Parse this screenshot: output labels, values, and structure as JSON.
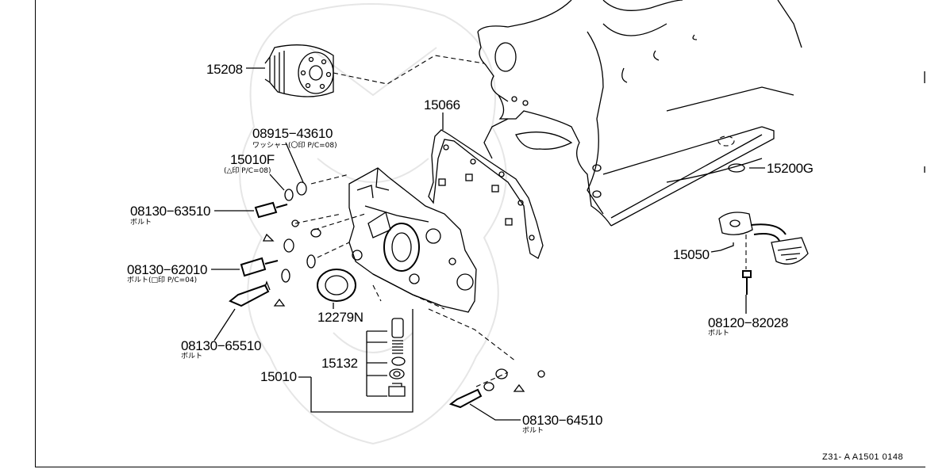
{
  "parts": {
    "oil_filter": {
      "number": "15208"
    },
    "gasket": {
      "number": "15066"
    },
    "washer_washer": {
      "number": "08915−43610",
      "note": "ワッシャー(〇印 P/C=08)"
    },
    "bolt_15010f": {
      "number": "15010F",
      "note": "(△印 P/C=08)"
    },
    "bolt_63510": {
      "number": "08130−63510",
      "note": "ボルト"
    },
    "bolt_62010": {
      "number": "08130−62010",
      "note": "ボルト(□印 P/C=04)"
    },
    "bolt_65510": {
      "number": "08130−65510",
      "note": "ボルト"
    },
    "oil_seal": {
      "number": "12279N"
    },
    "relief_valve": {
      "number": "15132"
    },
    "oil_pump_assy": {
      "number": "15010"
    },
    "bolt_64510": {
      "number": "08130−64510",
      "note": "ボルト"
    },
    "o_ring": {
      "number": "15200G"
    },
    "strainer": {
      "number": "15050"
    },
    "bolt_82028": {
      "number": "08120−82028",
      "note": "ボルト"
    }
  },
  "reference_code": "Z31- A  A1501  0148"
}
